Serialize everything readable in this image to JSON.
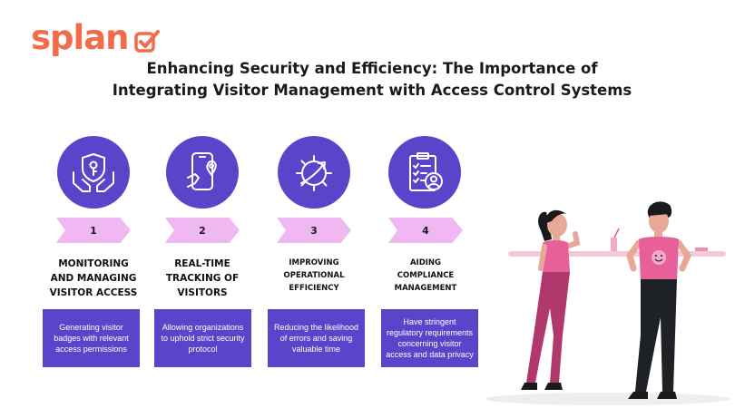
{
  "brand": {
    "name": "splan",
    "color": "#f26b4a"
  },
  "title": {
    "line1": "Enhancing Security and Efficiency: The Importance of",
    "line2": "Integrating Visitor Management with Access Control Systems"
  },
  "colors": {
    "primary": "#5b44c9",
    "arrow": "#f0b8f2"
  },
  "steps": [
    {
      "number": "1",
      "icon": "shield-key-hands-icon",
      "heading_lines": [
        "MONITORING",
        "AND MANAGING",
        "VISITOR ACCESS"
      ],
      "description": "Generating visitor badges with relevant access permissions"
    },
    {
      "number": "2",
      "icon": "phone-location-icon",
      "heading_lines": [
        "REAL-TIME",
        "TRACKING OF",
        "VISITORS"
      ],
      "description": "Allowing organizations to uphold strict security protocol"
    },
    {
      "number": "3",
      "icon": "gear-growth-icon",
      "heading_lines": [
        "IMPROVING",
        "OPERATIONAL",
        "EFFICIENCY"
      ],
      "description": "Reducing the likelihood of errors and saving valuable time"
    },
    {
      "number": "4",
      "icon": "clipboard-user-icon",
      "heading_lines": [
        "AIDING",
        "COMPLIANCE",
        "MANAGEMENT"
      ],
      "description": "Have stringent regulatory requirements concerning visitor access and data privacy"
    }
  ]
}
